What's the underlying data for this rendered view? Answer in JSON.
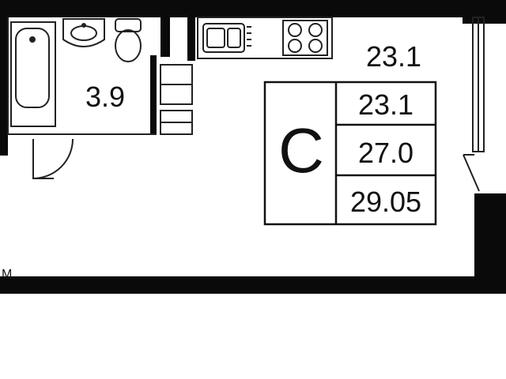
{
  "plan": {
    "bathroom_area": "3.9",
    "living_area_label": "23.1",
    "unit_type": "С",
    "legend": {
      "living_area": "23.1",
      "total_area": "27.0",
      "total_area_with_balcony": "29.05"
    },
    "side_mark": "М"
  },
  "colors": {
    "wall": "#0a0a0a",
    "line": "#222222",
    "background": "#ffffff"
  }
}
